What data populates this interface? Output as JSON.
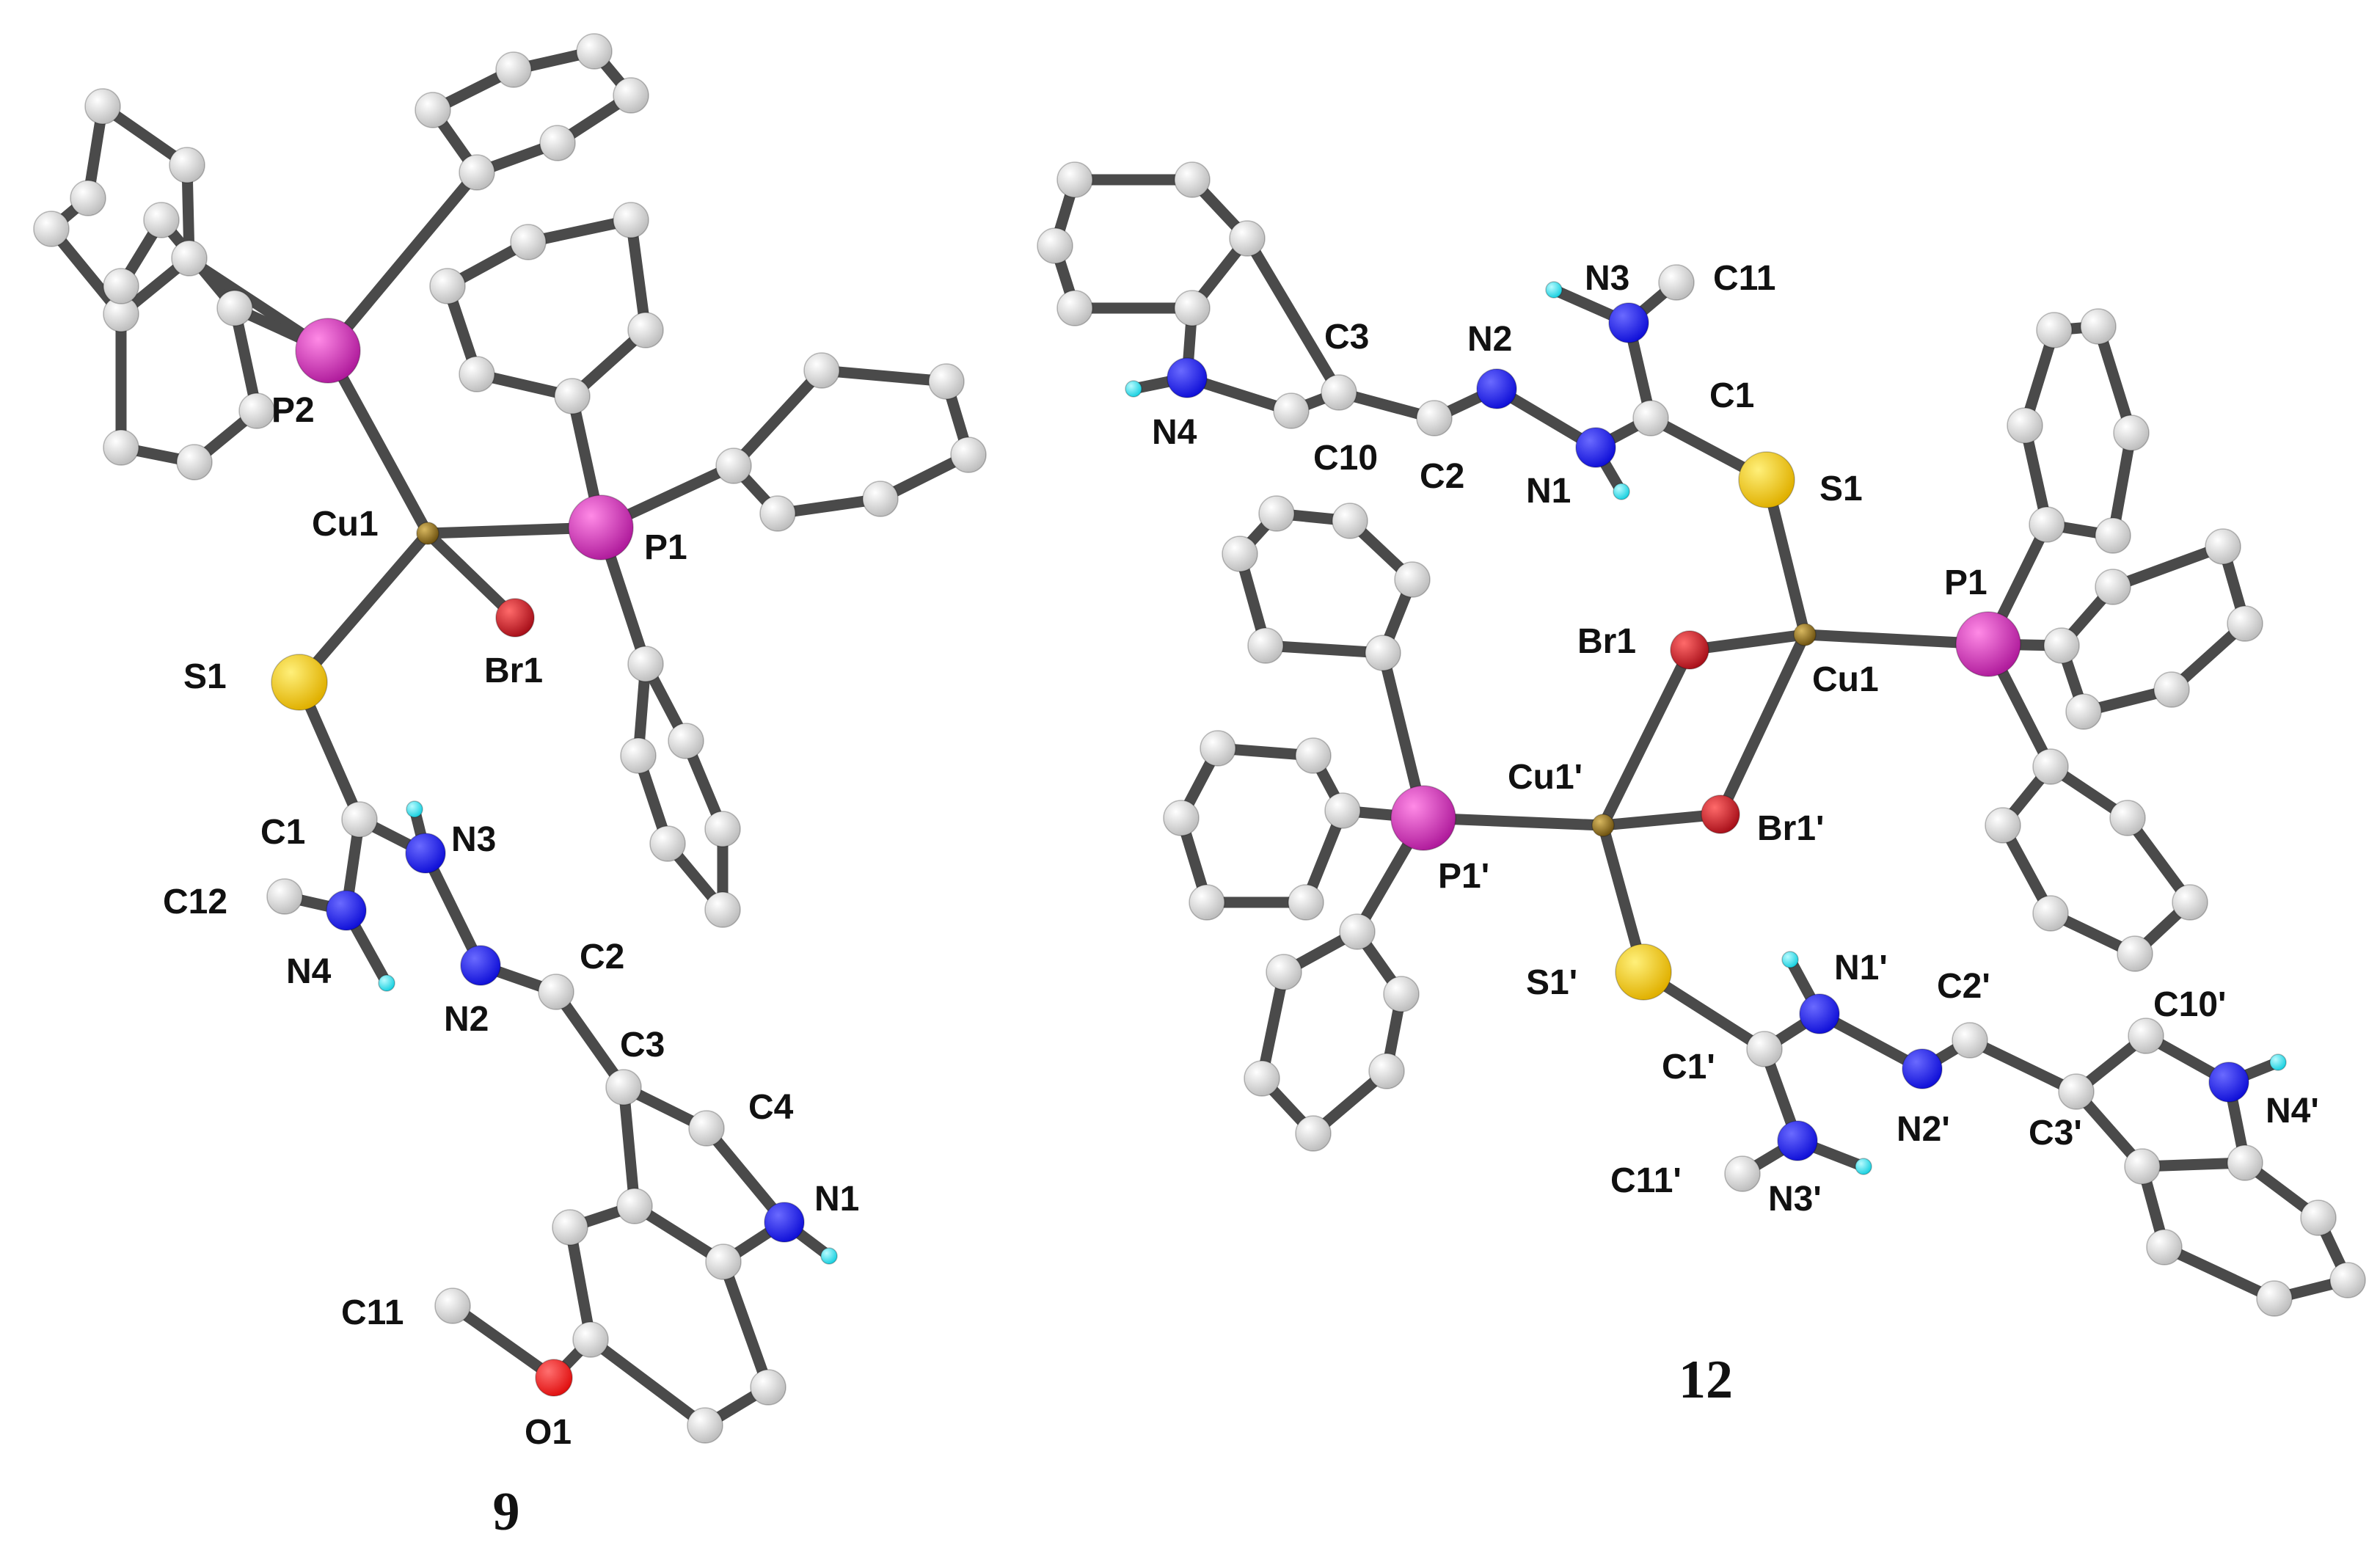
{
  "colors": {
    "bond": "#4a4a4a",
    "carbon": "#cfcfcf",
    "hydrogen": "#38e6f2",
    "nitrogen": "#1c1cee",
    "oxygen": "#ee1a1a",
    "sulfur": "#f0c414",
    "phosphorus": "#cc2fb8",
    "bromine": "#c8202a",
    "copper": "#8a6d1e"
  },
  "compounds": [
    {
      "label": "9",
      "atom_labels": [
        "P2",
        "Cu1",
        "P1",
        "S1",
        "Br1",
        "C1",
        "N3",
        "C12",
        "N4",
        "N2",
        "C2",
        "C3",
        "C4",
        "N1",
        "C11",
        "O1"
      ]
    },
    {
      "label": "12",
      "atom_labels": [
        "N3",
        "C11",
        "C3",
        "N2",
        "C1",
        "N4",
        "C10",
        "C2",
        "N1",
        "S1",
        "P1",
        "Br1",
        "Cu1",
        "Cu1'",
        "Br1'",
        "P1'",
        "S1'",
        "N1'",
        "C2'",
        "C10'",
        "C1'",
        "N2'",
        "C3'",
        "N4'",
        "C11'",
        "N3'"
      ]
    }
  ]
}
